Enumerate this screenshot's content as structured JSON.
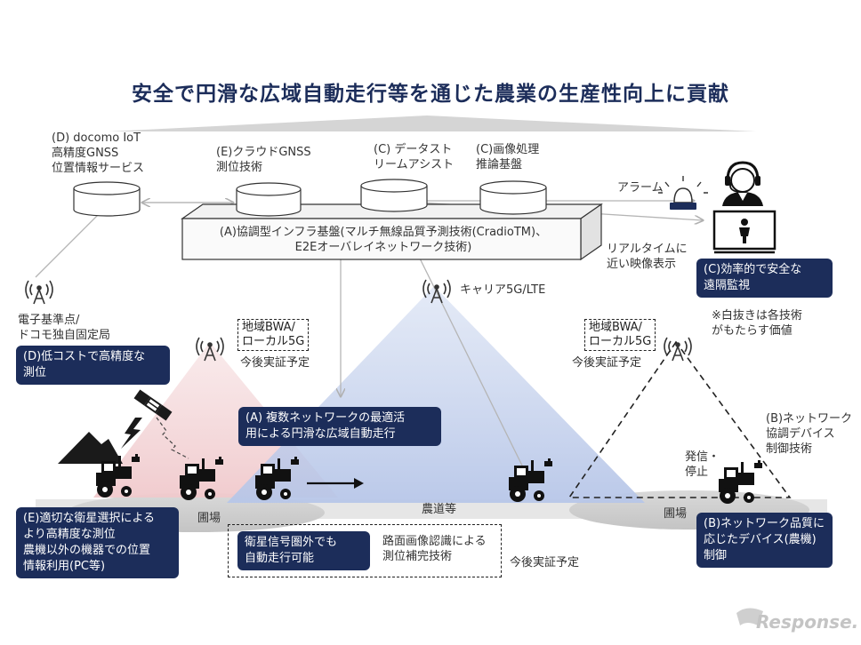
{
  "title": "安全で円滑な広域自動走行等を通じた農業の生産性向上に貢献",
  "services": {
    "docomo": [
      "(D) docomo IoT",
      "高精度GNSS",
      "位置情報サービス"
    ],
    "cloud_gnss": [
      "(E)クラウドGNSS",
      "測位技術"
    ],
    "data_stream": [
      "(C) データスト",
      "リームアシスト"
    ],
    "image_proc": [
      "(C)画像処理",
      "推論基盤"
    ]
  },
  "infra_platform": [
    "(A)協調型インフラ基盤(マルチ無線品質予測技術(CradioTM)、",
    "E2Eオーバレイネットワーク技術)"
  ],
  "alarm": "アラーム",
  "realtime": [
    "リアルタイムに",
    "近い映像表示"
  ],
  "remote_monitor": [
    "(C)効率的で安全な",
    "遠隔監視"
  ],
  "note": [
    "※白抜きは各技術",
    "がもたらす価値"
  ],
  "carrier": "キャリア5G/LTE",
  "base_station": [
    "電子基準点/",
    "ドコモ独自固定局"
  ],
  "low_cost": [
    "(D)低コストで高精度な",
    "測位"
  ],
  "bwa_left": [
    "地域BWA/",
    "ローカル5G"
  ],
  "bwa_right": [
    "地域BWA/",
    "ローカル5G"
  ],
  "planned_left": "今後実証予定",
  "planned_right": "今後実証予定",
  "multi_network": [
    "(A) 複数ネットワークの最適活",
    "用による円滑な広域自動走行"
  ],
  "network_device": [
    "(B)ネットワーク",
    "協調デバイス",
    "制御技術"
  ],
  "send_stop": [
    "発信・",
    "停止"
  ],
  "field_left": "圃場",
  "field_right": "圃場",
  "farm_road": "農道等",
  "satellite_select": [
    "(E)適切な衛星選択による",
    "より高精度な測位",
    "農機以外の機器での位置",
    "情報利用(PC等)"
  ],
  "out_of_range": [
    "衛星信号圏外でも",
    "自動走行可能"
  ],
  "road_image": [
    "路面画像認識による",
    "測位補完技術"
  ],
  "planned_bottom": "今後実証予定",
  "quality_control": [
    "(B)ネットワーク品質に",
    "応じたデバイス(農機)",
    "制御"
  ],
  "watermark": "Response."
}
